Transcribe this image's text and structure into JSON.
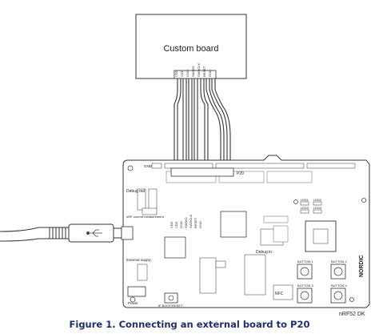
{
  "custom_board": {
    "label": "Custom board"
  },
  "connector_labels": [
    "VDD",
    "VDD",
    "GND",
    "SWDIO",
    "SWDCLK",
    "RESET",
    "GND"
  ],
  "board": {
    "name": "nRF52 DK",
    "brand": "NORDIC",
    "power_label": "Power",
    "debug_in": "Debug in",
    "debug_out": "Debug out",
    "nrf_current": "nRF current measurement",
    "external_supply": "External supply",
    "nfc": "NFC",
    "if_boot_reset": "IF BOOT/RESET",
    "buttons": [
      "BUTTON 1",
      "BUTTON 2",
      "BUTTON 3",
      "BUTTON 4"
    ],
    "leds": [
      "LED1",
      "LED2",
      "LED3",
      "LED4"
    ],
    "header_labels": [
      "VDD",
      "VDD",
      "GND",
      "SWDIO",
      "SWDCLK",
      "RESET",
      "GND"
    ],
    "gnd": "GND",
    "p20": "P20"
  },
  "caption": "Figure 1. Connecting an external board to P20"
}
